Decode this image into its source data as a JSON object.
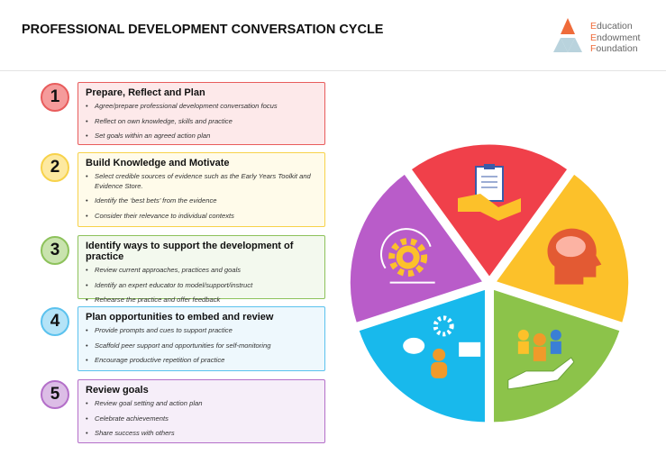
{
  "title": "PROFESSIONAL DEVELOPMENT CONVERSATION CYCLE",
  "logo": {
    "line1_initial": "E",
    "line1_rest": "ducation",
    "line2_initial": "E",
    "line2_rest": "ndowment",
    "line3_initial": "F",
    "line3_rest": "oundation"
  },
  "steps": [
    {
      "number": "1",
      "title": "Prepare, Reflect and Plan",
      "color": "#e85c5c",
      "bg": "#fde9ea",
      "circle_bg": "#f59b9b",
      "items": [
        "Agree/prepare professional development conversation focus",
        "Reflect on own knowledge, skills and practice",
        "Set goals within an agreed action plan"
      ]
    },
    {
      "number": "2",
      "title": "Build Knowledge and Motivate",
      "color": "#f7d24a",
      "bg": "#fffbea",
      "circle_bg": "#fde9a0",
      "items": [
        "Select credible sources of evidence such as the Early Years Toolkit and Evidence Store.",
        "Identify the ‘best bets’ from the evidence",
        "Consider their relevance to individual contexts"
      ]
    },
    {
      "number": "3",
      "title": "Identify ways to support the development of practice",
      "color": "#8dc25b",
      "bg": "#f3f9ee",
      "circle_bg": "#c9e3ae",
      "items": [
        "Review current approaches, practices and goals",
        "Identify an expert educator to model/support/instruct",
        "Rehearse the practice and offer feedback"
      ]
    },
    {
      "number": "4",
      "title": "Plan opportunities to embed and review",
      "color": "#5bc2ee",
      "bg": "#eef8fd",
      "circle_bg": "#b4e3f7",
      "items": [
        "Provide prompts and cues to support practice",
        "Scaffold peer support and opportunities for self-monitoring",
        "Encourage productive repetition of practice"
      ]
    },
    {
      "number": "5",
      "title": "Review goals",
      "color": "#b46fc9",
      "bg": "#f6eef9",
      "circle_bg": "#dcbde6",
      "items": [
        "Review goal setting and action plan",
        "Celebrate achievements",
        "Share success with others"
      ]
    }
  ],
  "wheel": {
    "segments": [
      {
        "color": "#f0404a",
        "icon": "handshake-clipboard-icon"
      },
      {
        "color": "#fcc12a",
        "icon": "head-brain-icon"
      },
      {
        "color": "#8cc34a",
        "icon": "hand-people-icon"
      },
      {
        "color": "#18b9ec",
        "icon": "people-chat-gear-book-icon"
      },
      {
        "color": "#b95cc9",
        "icon": "gear-cycle-icon"
      }
    ]
  }
}
